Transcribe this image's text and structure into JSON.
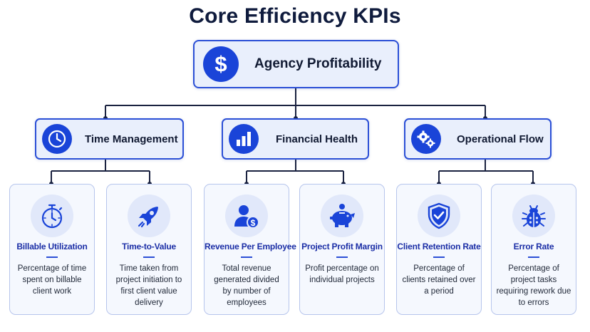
{
  "title": "Core Efficiency KPIs",
  "root": {
    "label": "Agency Profitability",
    "icon": "dollar-icon",
    "glyph": "$"
  },
  "categories": [
    {
      "label": "Time Management",
      "icon": "clock-icon"
    },
    {
      "label": "Financial Health",
      "icon": "bar-chart-icon"
    },
    {
      "label": "Operational Flow",
      "icon": "gears-icon"
    }
  ],
  "kpis": [
    {
      "name": "Billable Utilization",
      "icon": "stopwatch-icon",
      "desc": "Percentage of time spent on billable client work"
    },
    {
      "name": "Time-to-Value",
      "icon": "rocket-icon",
      "desc": "Time taken from project initiation to first client value delivery"
    },
    {
      "name": "Revenue Per Employee",
      "icon": "person-dollar-icon",
      "desc": "Total revenue generated divided by number of employees"
    },
    {
      "name": "Project Profit Margin",
      "icon": "piggy-bank-icon",
      "desc": "Profit percentage on individual projects"
    },
    {
      "name": "Client Retention Rate",
      "icon": "shield-check-icon",
      "desc": "Percentage of clients retained over a period"
    },
    {
      "name": "Error Rate",
      "icon": "bug-icon",
      "desc": "Percentage of project tasks requiring rework due to errors"
    }
  ],
  "colors": {
    "accent": "#1a44d8",
    "kpi_text": "#1b2ea6",
    "panel": "#e9effc",
    "border": "#2b4fd6"
  }
}
